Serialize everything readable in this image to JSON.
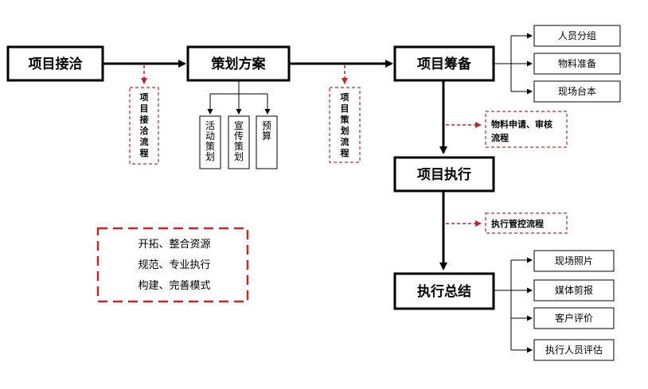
{
  "nodes": {
    "contact": "项目接洽",
    "planning": "策划方案",
    "prep": "项目筹备",
    "execution": "项目执行",
    "summary": "执行总结"
  },
  "prep_outputs": [
    "人员分组",
    "物料准备",
    "现场台本"
  ],
  "summary_outputs": [
    "现场照片",
    "媒体剪报",
    "客户评价",
    "执行人员评估"
  ],
  "plan_parts": [
    "活动策划",
    "宣传策划",
    "预算"
  ],
  "process_labels": {
    "contact_process": "项目接洽流程",
    "plan_process": "项目策划流程",
    "material_process": [
      "物料申请、审核",
      "流程"
    ],
    "control_process": "执行管控流程"
  },
  "principles": [
    "开拓、整合资源",
    "规范、专业执行",
    "构建、完善模式"
  ],
  "colors": {
    "line": "#000000",
    "dashed": "#c0272d",
    "box_border": "#000000"
  }
}
